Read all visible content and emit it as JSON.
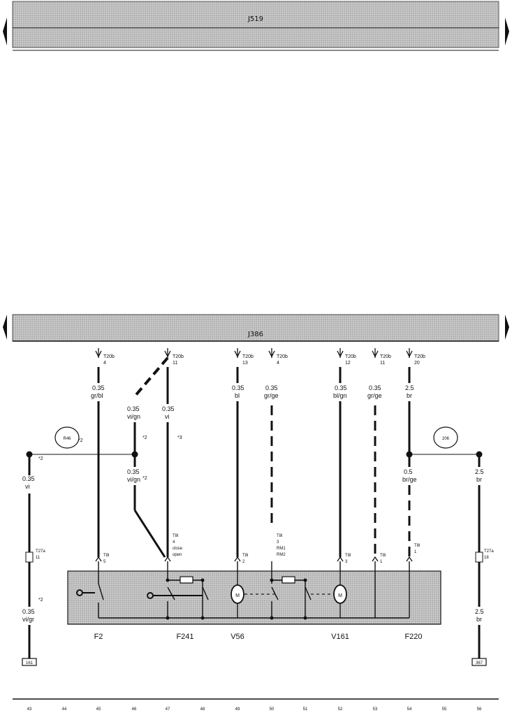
{
  "top_bar": {
    "label": "J519"
  },
  "bottom_bar": {
    "label": "J386"
  },
  "top_connectors": [
    {
      "id": "T20b",
      "pin": "4"
    },
    {
      "id": "T20b",
      "pin": "11"
    },
    {
      "id": "T20b",
      "pin": "13"
    },
    {
      "id": "T20b",
      "pin": "4"
    },
    {
      "id": "T20b",
      "pin": "12"
    },
    {
      "id": "T20b",
      "pin": "11"
    },
    {
      "id": "T20b",
      "pin": "20"
    }
  ],
  "wires": [
    {
      "size": "0.35",
      "color": "gr/bl"
    },
    {
      "size": "0.35",
      "color": "vi/gn"
    },
    {
      "size": "0.35",
      "color": "vi"
    },
    {
      "size": "0.35",
      "color": "bl"
    },
    {
      "size": "0.35",
      "color": "gr/ge"
    },
    {
      "size": "0.35",
      "color": "bl/gn"
    },
    {
      "size": "0.35",
      "color": "gr/ge"
    },
    {
      "size": "2.5",
      "color": "br"
    }
  ],
  "lower_wires": [
    {
      "size": "0.35",
      "color": "vi"
    },
    {
      "size": "0.35",
      "color": "vi/gn"
    },
    {
      "size": "0.5",
      "color": "br/ge"
    },
    {
      "size": "2.5",
      "color": "br"
    },
    {
      "size": "0.35",
      "color": "vi/gr"
    },
    {
      "size": "2.5",
      "color": "br"
    }
  ],
  "footnotes": {
    "n2": "*2",
    "n3": "*3"
  },
  "circle_left": "R46",
  "circle_right": "206",
  "connectors_mid": {
    "left": {
      "id": "T27a",
      "pin": "11"
    },
    "right": {
      "id": "T27a",
      "pin": "18"
    }
  },
  "module_pins": [
    {
      "id": "T8l",
      "pin": "5"
    },
    {
      "id": "T8l",
      "pin": "4",
      "extra": "close",
      "extra2": "open"
    },
    {
      "id": "T8l",
      "pin": "2"
    },
    {
      "id": "T8l",
      "pin": "3",
      "extra": "RM1",
      "extra2": "RM2"
    },
    {
      "id": "T8l",
      "pin": "3"
    },
    {
      "id": "T8l",
      "pin": "1"
    },
    {
      "id": "T8l",
      "pin": "1"
    }
  ],
  "components": [
    "F2",
    "F241",
    "V56",
    "V161",
    "F220"
  ],
  "grounds": {
    "left": "161",
    "right": "367"
  },
  "scale": [
    "43",
    "44",
    "45",
    "46",
    "47",
    "48",
    "49",
    "50",
    "51",
    "52",
    "53",
    "54",
    "55",
    "56"
  ],
  "colors": {
    "bar_fill": "#b9b9b9",
    "module_fill": "#c4c4c4",
    "line": "#111111"
  }
}
